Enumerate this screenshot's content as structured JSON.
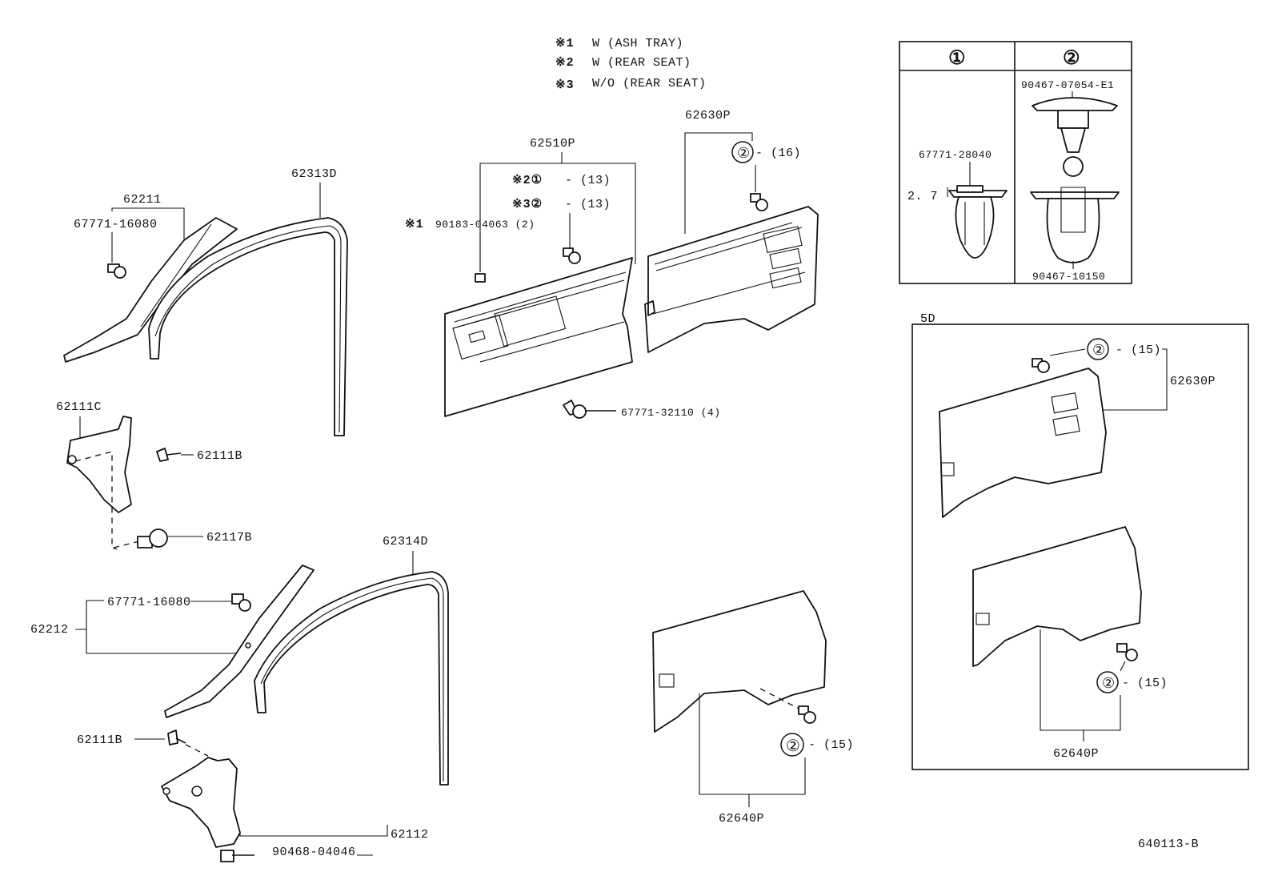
{
  "notes": [
    {
      "mark": "※1",
      "text": "W (ASH TRAY)"
    },
    {
      "mark": "※2",
      "text": "W (REAR SEAT)"
    },
    {
      "mark": "※3",
      "text": "W/O (REAR SEAT)"
    }
  ],
  "legend": {
    "col1": "①",
    "col2": "②",
    "part_top": "90467-07054-E1",
    "part_left": "67771-28040",
    "dimension": "2. 7",
    "part_bottom": "90467-10150"
  },
  "labels": {
    "p62211": "62211",
    "p67771_16080_a": "67771-16080",
    "p62313D": "62313D",
    "p62510P": "62510P",
    "p62630P": "62630P",
    "note2_circle": "※2①",
    "note2_qty": "- (13)",
    "note3_circle": "※3②",
    "note3_qty": "- (13)",
    "note1_mark": "※1",
    "p90183": "90183-04063 (2)",
    "clip2_qty_16": "- (16)",
    "p67771_32110": "67771-32110 (4)",
    "p62111C": "62111C",
    "p62111B_a": "62111B",
    "p62117B": "62117B",
    "p62314D": "62314D",
    "p67771_16080_b": "67771-16080",
    "p62212": "62212",
    "p62111B_b": "62111B",
    "p90468": "90468-04046",
    "p62112": "62112",
    "p62640P": "62640P",
    "clip2_qty_15": "- (15)",
    "section_5D": "5D",
    "p62630P_5D": "62630P",
    "p62640P_5D": "62640P",
    "clip2_qty_15_5D_top": "- (15)",
    "clip2_qty_15_5D_bot": "- (15)",
    "drawing_id": "640113-B"
  }
}
